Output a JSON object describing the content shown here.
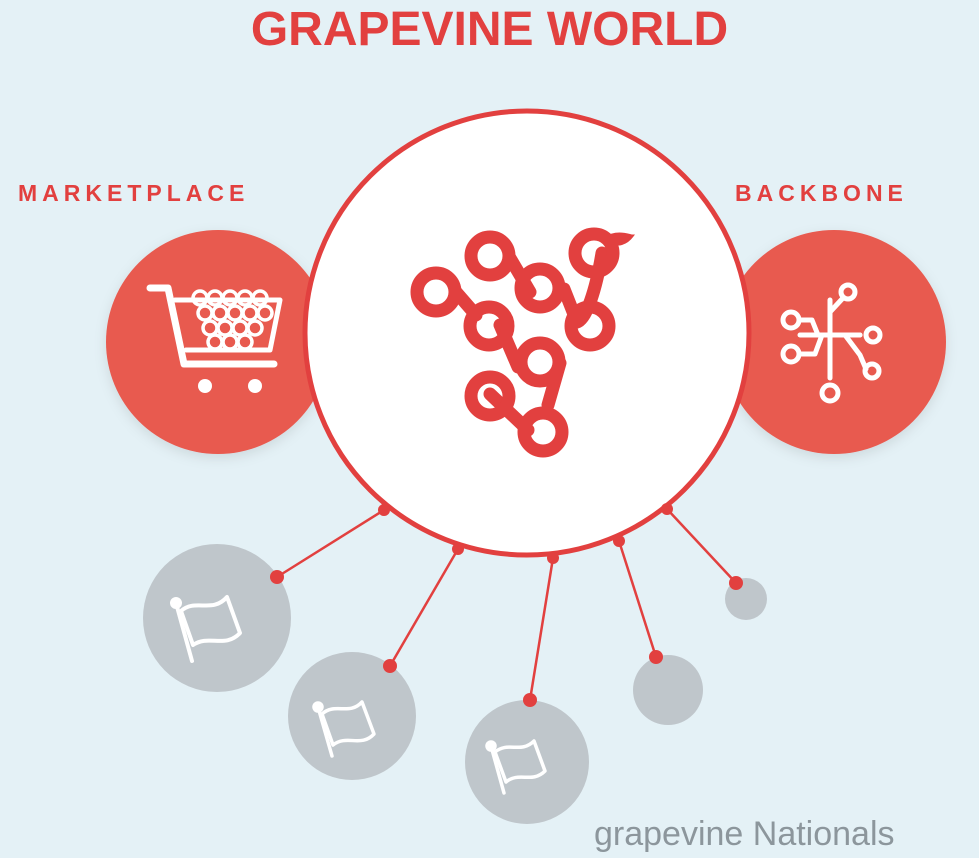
{
  "diagram": {
    "title": "GRAPEVINE WORLD",
    "left_label": "MARKETPLACE",
    "right_label": "BACKBONE",
    "footer": "grapevine Nationals"
  },
  "icons": {
    "center": "grapevine-logo-icon",
    "left": "shopping-cart-icon",
    "right": "network-tree-icon",
    "satellite": "flag-icon"
  },
  "colors": {
    "background": "#e4f1f6",
    "accent": "#e2403f",
    "accent_fill": "#e85a4f",
    "white": "#ffffff",
    "node_gray": "#bfc6cb",
    "caption_gray": "#8c969c"
  }
}
